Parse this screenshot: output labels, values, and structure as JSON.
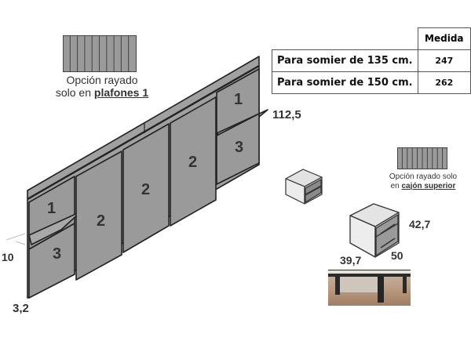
{
  "table": {
    "header": "Medida",
    "rows": [
      {
        "label": "Para somier de 135 cm.",
        "value": "247"
      },
      {
        "label": "Para somier de 150 cm.",
        "value": "262"
      }
    ]
  },
  "option_plafones": {
    "line1": "Opción rayado",
    "line2_prefix": "solo en",
    "line2_emph": "plafones 1"
  },
  "option_cajon": {
    "line1": "Opción rayado solo",
    "line2_prefix": "en",
    "line2_emph": "cajón superior"
  },
  "headboard": {
    "panel_labels": [
      "1",
      "3",
      "2",
      "2",
      "2",
      "1",
      "3"
    ],
    "dimensions": {
      "height": "112,5",
      "depth": "10",
      "thickness": "3,2"
    }
  },
  "nightstand": {
    "dimensions": {
      "height": "42,7",
      "depth": "39,7",
      "width": "50"
    }
  },
  "colors": {
    "panel": "#9a9a9a",
    "panel_dark": "#8c8c8c",
    "outline": "#222222",
    "box_light": "#e6e6e6"
  }
}
